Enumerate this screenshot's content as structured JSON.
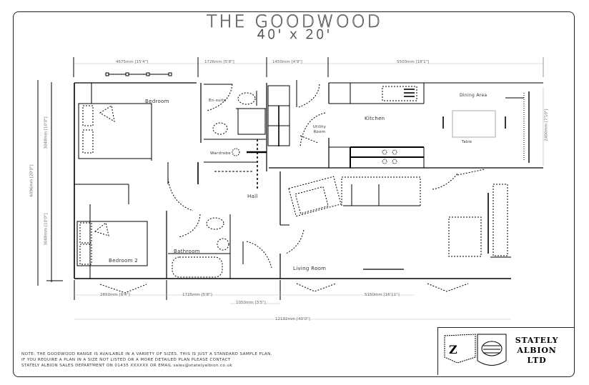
{
  "title": {
    "name": "THE GOODWOOD",
    "size": "40' x 20'"
  },
  "rooms": {
    "bedroom_1": "Bedroom",
    "ensuite": "En-suite",
    "wardrobe": "Wardrobe",
    "utility_room": "Utility Room",
    "kitchen": "Kitchen",
    "dining_area": "Dining Area",
    "hall": "Hall",
    "bedroom_2": "Bedroom 2",
    "bathroom": "Bathroom",
    "living_room": "Living Room"
  },
  "dimensions": {
    "top": [
      "4675mm [15'4\"]",
      "1726mm [5'8\"]",
      "1450mm [4'9\"]",
      "5500mm [18'1\"]"
    ],
    "bottom": [
      "2850mm [9'4\"]",
      "1725mm [5'8\"]",
      "5150mm [16'11\"]"
    ],
    "bottom_sub": "1050mm [3'5\"]",
    "overall_length": "12192mm [40'0\"]",
    "left_overall": "6096mm [20'0\"]",
    "left_upper": "3048mm [10'0\"]",
    "left_lower": "3048mm [10'0\"]",
    "right": "2400mm [7'10\"]",
    "dining_table": "Table"
  },
  "note": {
    "lines": [
      "NOTE: THE GOODWOOD RANGE IS AVAILABLE IN A VARIETY OF SIZES. THIS IS JUST A STANDARD SAMPLE PLAN.",
      "IF YOU REQUIRE A PLAN IN A SIZE NOT LISTED OR A MORE DETAILED PLAN PLEASE CONTACT",
      "STATELY ALBION SALES DEPARTMENT ON 01435 XXXXXX OR EMAIL sales@statelyalbion.co.uk"
    ]
  },
  "brand": {
    "line1": "STATELY",
    "line2": "ALBION",
    "line3": "LTD"
  },
  "colors": {
    "line": "#000000",
    "background": "#ffffff",
    "faint": "#999999"
  }
}
